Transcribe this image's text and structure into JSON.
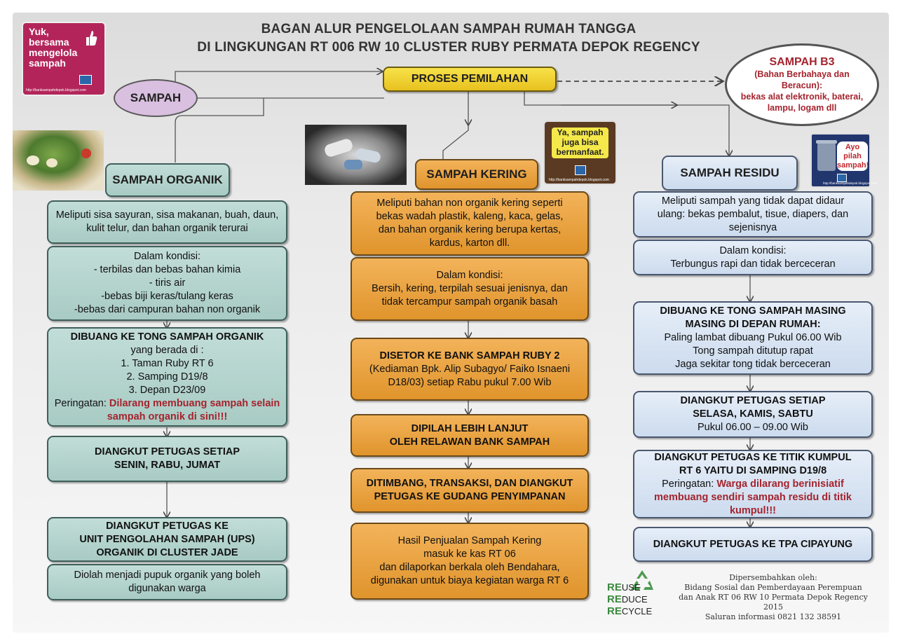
{
  "title": {
    "line1": "BAGAN ALUR PENGELOLAAN SAMPAH RUMAH TANGGA",
    "line2": "DI LINGKUNGAN RT 006 RW 10 CLUSTER RUBY PERMATA DEPOK REGENCY"
  },
  "badge_yuk": {
    "lines": [
      "Yuk,",
      "bersama",
      "mengelola",
      "sampah"
    ],
    "url": "http://banksampahdepok.blogspot.com"
  },
  "sampah_label": "SAMPAH",
  "proses_label": "PROSES PEMILAHAN",
  "b3": {
    "title": "SAMPAH B3",
    "desc_red": "(Bahan Berbahaya dan Beracun):",
    "desc": "bekas alat elektronik, baterai, lampu, logam dll"
  },
  "badge_ya": {
    "lines": [
      "Ya, sampah",
      "juga bisa",
      "bermanfaat."
    ],
    "url": "http://banksampahdepok.blogspot.com"
  },
  "badge_ayo": {
    "lines": [
      "Ayo",
      "pilah",
      "sampah!"
    ],
    "url": "http://banksampahdepok.blogspot.com"
  },
  "organik": {
    "header": "SAMPAH ORGANIK",
    "desc": "Meliputi sisa sayuran, sisa makanan, buah, daun, kulit telur, dan bahan organik terurai",
    "kondisi": [
      "Dalam kondisi:",
      "- terbilas dan bebas bahan kimia",
      "- tiris air",
      "-bebas biji keras/tulang keras",
      "-bebas dari campuran bahan non organik"
    ],
    "dibuang": [
      "DIBUANG KE TONG SAMPAH ORGANIK",
      "yang berada di :",
      "1.  Taman Ruby RT 6",
      "2.  Samping D19/8",
      "3.  Depan D23/09"
    ],
    "peringatan_label": "Peringatan:",
    "peringatan": "Dilarang membuang sampah selain sampah organik di sini!!!",
    "diangkut": [
      "DIANGKUT PETUGAS SETIAP",
      "SENIN, RABU, JUMAT"
    ],
    "ups": [
      "DIANGKUT PETUGAS KE",
      "UNIT PENGOLAHAN SAMPAH (UPS)",
      "ORGANIK DI CLUSTER JADE"
    ],
    "pupuk": [
      "Diolah menjadi pupuk organik yang boleh",
      "digunakan warga"
    ]
  },
  "kering": {
    "header": "SAMPAH KERING",
    "desc": [
      "Meliputi bahan non organik kering seperti",
      "bekas wadah plastik, kaleng, kaca, gelas,",
      "dan bahan organik kering berupa kertas,",
      "kardus, karton dll."
    ],
    "kondisi": [
      "Dalam kondisi:",
      "Bersih, kering, terpilah sesuai jenisnya, dan",
      "tidak tercampur sampah organik basah"
    ],
    "disetor": [
      "DISETOR KE BANK SAMPAH RUBY 2",
      "(Kediaman Bpk. Alip Subagyo/ Faiko Isnaeni",
      "D18/03) setiap Rabu pukul 7.00 Wib"
    ],
    "dipilah": [
      "DIPILAH LEBIH LANJUT",
      "OLEH RELAWAN BANK SAMPAH"
    ],
    "ditimbang": [
      "DITIMBANG, TRANSAKSI, DAN DIANGKUT",
      "PETUGAS KE GUDANG PENYIMPANAN"
    ],
    "hasil": [
      "Hasil Penjualan Sampah Kering",
      "masuk ke kas RT 06",
      "dan dilaporkan berkala oleh Bendahara,",
      "digunakan untuk biaya kegiatan warga RT 6"
    ]
  },
  "residu": {
    "header": "SAMPAH RESIDU",
    "desc": [
      "Meliputi sampah yang tidak dapat didaur",
      "ulang:  bekas pembalut, tisue, diapers, dan",
      "sejenisnya"
    ],
    "kondisi": [
      "Dalam kondisi:",
      "Terbungus rapi dan tidak berceceran"
    ],
    "dibuang": [
      "DIBUANG KE TONG SAMPAH MASING",
      "MASING DI DEPAN RUMAH:",
      "Paling lambat dibuang Pukul 06.00 Wib",
      "Tong sampah ditutup rapat",
      "Jaga sekitar tong tidak berceceran"
    ],
    "diangkut": [
      "DIANGKUT PETUGAS SETIAP",
      "SELASA, KAMIS, SABTU",
      "Pukul 06.00 – 09.00 Wib"
    ],
    "titik": [
      "DIANGKUT PETUGAS KE TITIK KUMPUL",
      "RT 6 YAITU DI SAMPING D19/8"
    ],
    "peringatan_label": "Peringatan:",
    "peringatan": "Warga dilarang berinisiatif membuang sendiri sampah residu di titik kumpul!!!",
    "tpa": "DIANGKUT PETUGAS KE TPA CIPAYUNG"
  },
  "rrr": {
    "re": [
      "RE",
      "RE",
      "RE"
    ],
    "rest": [
      "USE",
      "DUCE",
      "CYCLE"
    ]
  },
  "credit": [
    "Dipersembahkan oleh:",
    "Bidang Sosial dan Pemberdayaan Perempuan",
    "dan Anak RT 06 RW 10 Permata Depok Regency",
    "2015",
    "Saluran informasi 0821 132 38591"
  ],
  "colors": {
    "organik": "#b7d6d0",
    "kering": "#eca441",
    "residu": "#dbe6f4",
    "proses": "#f2d43a",
    "b3_text": "#a4242e"
  }
}
